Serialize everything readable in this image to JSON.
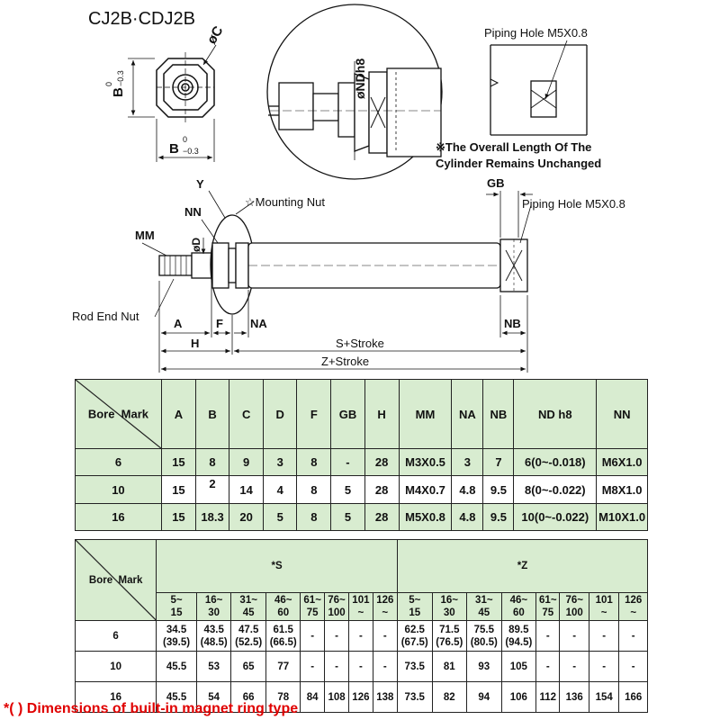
{
  "drawing": {
    "model": "CJ2B·CDJ2B",
    "end_view": {
      "dim_c": "øC",
      "dim_b": "B",
      "tol_upper": "0",
      "tol_lower": "−0.3"
    },
    "detail": {
      "dim_nd": "øNDh8",
      "piping_hole": "Piping Hole M5X0.8",
      "note": "※The Overall Length Of The Cylinder Remains Unchanged"
    },
    "main": {
      "y": "Y",
      "nn": "NN",
      "mounting_nut": "☆Mounting Nut",
      "mm": "MM",
      "od": "øD",
      "gb": "GB",
      "piping_hole": "Piping Hole M5X0.8",
      "rod_end_nut": "Rod End Nut",
      "a": "A",
      "f": "F",
      "na": "NA",
      "nb": "NB",
      "h": "H",
      "s_stroke": "S+Stroke",
      "z_stroke": "Z+Stroke"
    }
  },
  "table1": {
    "corner_bore": "Bore",
    "corner_mark": "Mark",
    "headers": [
      "A",
      "B",
      "C",
      "D",
      "F",
      "GB",
      "H",
      "MM",
      "NA",
      "NB",
      "ND h8",
      "NN"
    ],
    "rows": [
      {
        "bore": "6",
        "cells": [
          "15",
          "8",
          "9",
          "3",
          "8",
          "-",
          "28",
          "M3X0.5",
          "3",
          "7",
          "6(0~-0.018)",
          "M6X1.0"
        ]
      },
      {
        "bore": "10",
        "cells": [
          "15",
          "2",
          "14",
          "4",
          "8",
          "5",
          "28",
          "M4X0.7",
          "4.8",
          "9.5",
          "8(0~-0.022)",
          "M8X1.0"
        ]
      },
      {
        "bore": "16",
        "cells": [
          "15",
          "18.3",
          "20",
          "5",
          "8",
          "5",
          "28",
          "M5X0.8",
          "4.8",
          "9.5",
          "10(0~-0.022)",
          "M10X1.0"
        ]
      }
    ]
  },
  "table2": {
    "corner_bore": "Bore",
    "corner_mark": "Mark",
    "group_s": "*S",
    "group_z": "*Z",
    "ranges_s": [
      [
        "5~",
        "15"
      ],
      [
        "16~",
        "30"
      ],
      [
        "31~",
        "45"
      ],
      [
        "46~",
        "60"
      ],
      [
        "61~",
        "75"
      ],
      [
        "76~",
        "100"
      ],
      [
        "101",
        "~"
      ],
      [
        "126",
        "~"
      ]
    ],
    "ranges_z": [
      [
        "5~",
        "15"
      ],
      [
        "16~",
        "30"
      ],
      [
        "31~",
        "45"
      ],
      [
        "46~",
        "60"
      ],
      [
        "61~",
        "75"
      ],
      [
        "76~",
        "100"
      ],
      [
        "101",
        "~"
      ],
      [
        "126",
        "~"
      ]
    ],
    "rows": [
      {
        "bore": "6",
        "s": [
          [
            "34.5",
            "(39.5)"
          ],
          [
            "43.5",
            "(48.5)"
          ],
          [
            "47.5",
            "(52.5)"
          ],
          [
            "61.5",
            "(66.5)"
          ],
          [
            "-",
            ""
          ],
          [
            "-",
            ""
          ],
          [
            "-",
            ""
          ],
          [
            "-",
            ""
          ]
        ],
        "z": [
          [
            "62.5",
            "(67.5)"
          ],
          [
            "71.5",
            "(76.5)"
          ],
          [
            "75.5",
            "(80.5)"
          ],
          [
            "89.5",
            "(94.5)"
          ],
          [
            "-",
            ""
          ],
          [
            "-",
            ""
          ],
          [
            "-",
            ""
          ],
          [
            "-",
            ""
          ]
        ]
      },
      {
        "bore": "10",
        "s": [
          [
            "45.5",
            ""
          ],
          [
            "53",
            ""
          ],
          [
            "65",
            ""
          ],
          [
            "77",
            ""
          ],
          [
            "-",
            ""
          ],
          [
            "-",
            ""
          ],
          [
            "-",
            ""
          ],
          [
            "-",
            ""
          ]
        ],
        "z": [
          [
            "73.5",
            ""
          ],
          [
            "81",
            ""
          ],
          [
            "93",
            ""
          ],
          [
            "105",
            ""
          ],
          [
            "-",
            ""
          ],
          [
            "-",
            ""
          ],
          [
            "-",
            ""
          ],
          [
            "-",
            ""
          ]
        ]
      },
      {
        "bore": "16",
        "s": [
          [
            "45.5",
            ""
          ],
          [
            "54",
            ""
          ],
          [
            "66",
            ""
          ],
          [
            "78",
            ""
          ],
          [
            "84",
            ""
          ],
          [
            "108",
            ""
          ],
          [
            "126",
            ""
          ],
          [
            "138",
            ""
          ]
        ],
        "z": [
          [
            "73.5",
            ""
          ],
          [
            "82",
            ""
          ],
          [
            "94",
            ""
          ],
          [
            "106",
            ""
          ],
          [
            "112",
            ""
          ],
          [
            "136",
            ""
          ],
          [
            "154",
            ""
          ],
          [
            "166",
            ""
          ]
        ]
      }
    ]
  },
  "footnote": "*( ) Dimensions of built-in magnet ring type",
  "colors": {
    "header_green": "#d8ecd0",
    "footnote_red": "#e00000"
  }
}
